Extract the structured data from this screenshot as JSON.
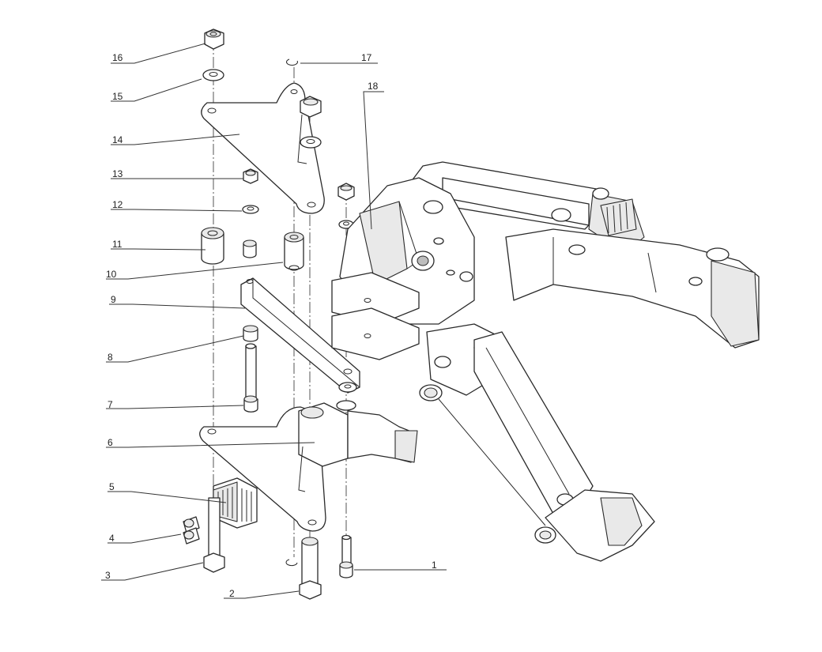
{
  "callouts": [
    {
      "id": "16",
      "label": "16"
    },
    {
      "id": "15",
      "label": "15"
    },
    {
      "id": "17",
      "label": "17"
    },
    {
      "id": "18",
      "label": "18"
    },
    {
      "id": "14",
      "label": "14"
    },
    {
      "id": "13",
      "label": "13"
    },
    {
      "id": "12",
      "label": "12"
    },
    {
      "id": "11",
      "label": "11"
    },
    {
      "id": "10",
      "label": "10"
    },
    {
      "id": "9",
      "label": "9"
    },
    {
      "id": "8",
      "label": "8"
    },
    {
      "id": "7",
      "label": "7"
    },
    {
      "id": "6",
      "label": "6"
    },
    {
      "id": "5",
      "label": "5"
    },
    {
      "id": "4",
      "label": "4"
    },
    {
      "id": "3",
      "label": "3"
    },
    {
      "id": "2",
      "label": "2"
    },
    {
      "id": "1",
      "label": "1"
    }
  ]
}
